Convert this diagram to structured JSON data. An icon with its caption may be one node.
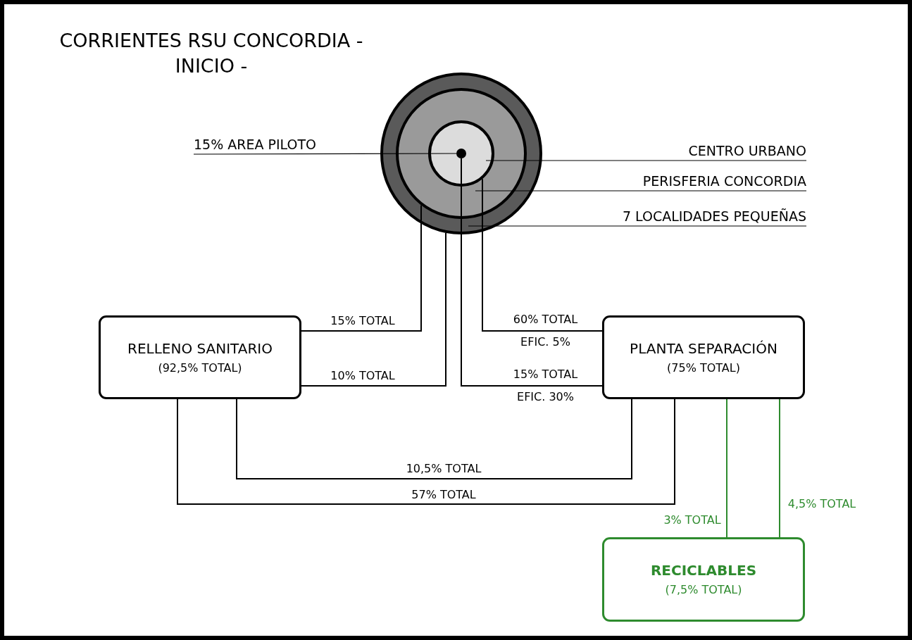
{
  "diagram": {
    "title": "CORRIENTES RSU CONCORDIA - INICIO -",
    "nodes": [
      {
        "text": [
          "15% AREA PILOTO"
        ]
      },
      {
        "text": [
          "CENTRO URBANO"
        ]
      },
      {
        "text": [
          "PERISFERIA CONCORDIA"
        ]
      },
      {
        "text": [
          "7 LOCALIDADES PEQUEÑAS"
        ]
      },
      {
        "text": [],
        "shape": "circle"
      },
      {
        "text": [],
        "shape": "circle",
        "in": 4
      },
      {
        "text": [],
        "shape": "circle",
        "in": 5
      },
      {
        "text": [],
        "shape": "circle",
        "in": 6
      },
      {
        "text": [
          "RELLENO SANITARIO",
          "(92,5% TOTAL)"
        ]
      },
      {
        "text": [
          "PLANTA SEPARACIÓN",
          "(75% TOTAL)"
        ]
      },
      {
        "text": [
          "RECICLABLES",
          "(7,5% TOTAL)"
        ]
      }
    ],
    "edges": [
      {
        "from": 0,
        "to": 7,
        "arrow": "none"
      },
      {
        "from": 1,
        "to": 6,
        "arrow": "none"
      },
      {
        "from": 2,
        "to": 5,
        "arrow": "none"
      },
      {
        "from": 3,
        "to": 4,
        "arrow": "none"
      },
      {
        "from": 5,
        "to": 8,
        "arrow": "none",
        "label": "15% TOTAL"
      },
      {
        "from": 4,
        "to": 8,
        "arrow": "none",
        "label": "10% TOTAL"
      },
      {
        "from": 6,
        "to": 9,
        "arrow": "none",
        "label": "60% TOTAL EFIC. 5%"
      },
      {
        "from": 7,
        "to": 9,
        "arrow": "none",
        "label": "15% TOTAL EFIC. 30%"
      },
      {
        "from": 9,
        "to": 8,
        "arrow": "none",
        "label": "10,5% TOTAL"
      },
      {
        "from": 9,
        "to": 8,
        "arrow": "none",
        "label": "57% TOTAL"
      },
      {
        "from": 9,
        "to": 10,
        "arrow": "none",
        "label": "3% TOTAL",
        "color": "#2e8b2e"
      },
      {
        "from": 9,
        "to": 10,
        "arrow": "none",
        "label": "4,5% TOTAL",
        "color": "#2e8b2e"
      }
    ]
  }
}
